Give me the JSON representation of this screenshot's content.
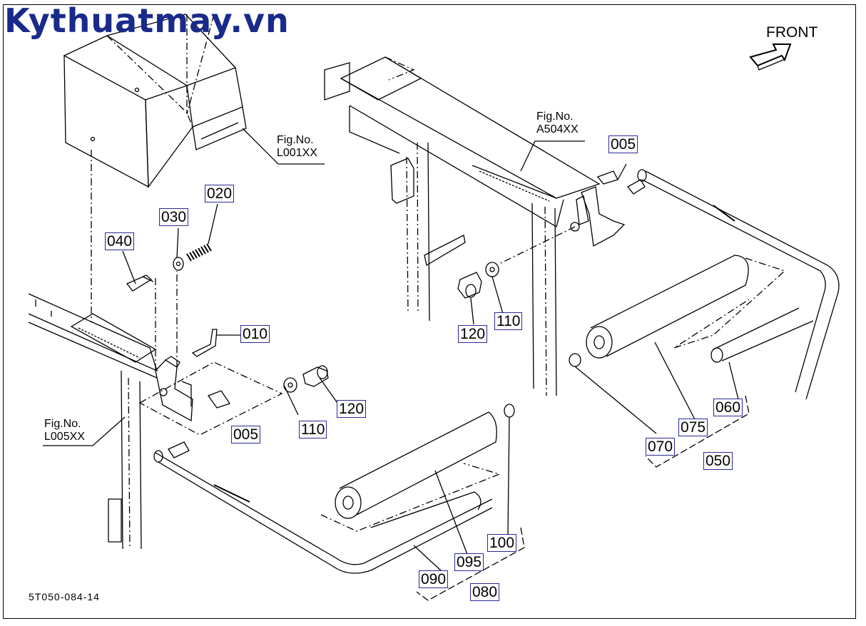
{
  "watermark": "Kythuatmay.vn",
  "front_label": "FRONT",
  "diagram_code": "5T050-084-14",
  "fig_refs": [
    {
      "label": "Fig.No.",
      "code": "L001XX"
    },
    {
      "label": "Fig.No.",
      "code": "A504XX"
    },
    {
      "label": "Fig.No.",
      "code": "L005XX"
    }
  ],
  "callouts": [
    "005",
    "020",
    "030",
    "040",
    "010",
    "005",
    "110",
    "120",
    "120",
    "110",
    "060",
    "075",
    "070",
    "050",
    "100",
    "095",
    "090",
    "080"
  ],
  "colors": {
    "callout_border": "#2a2a9a",
    "watermark": "#1a2a8a"
  }
}
